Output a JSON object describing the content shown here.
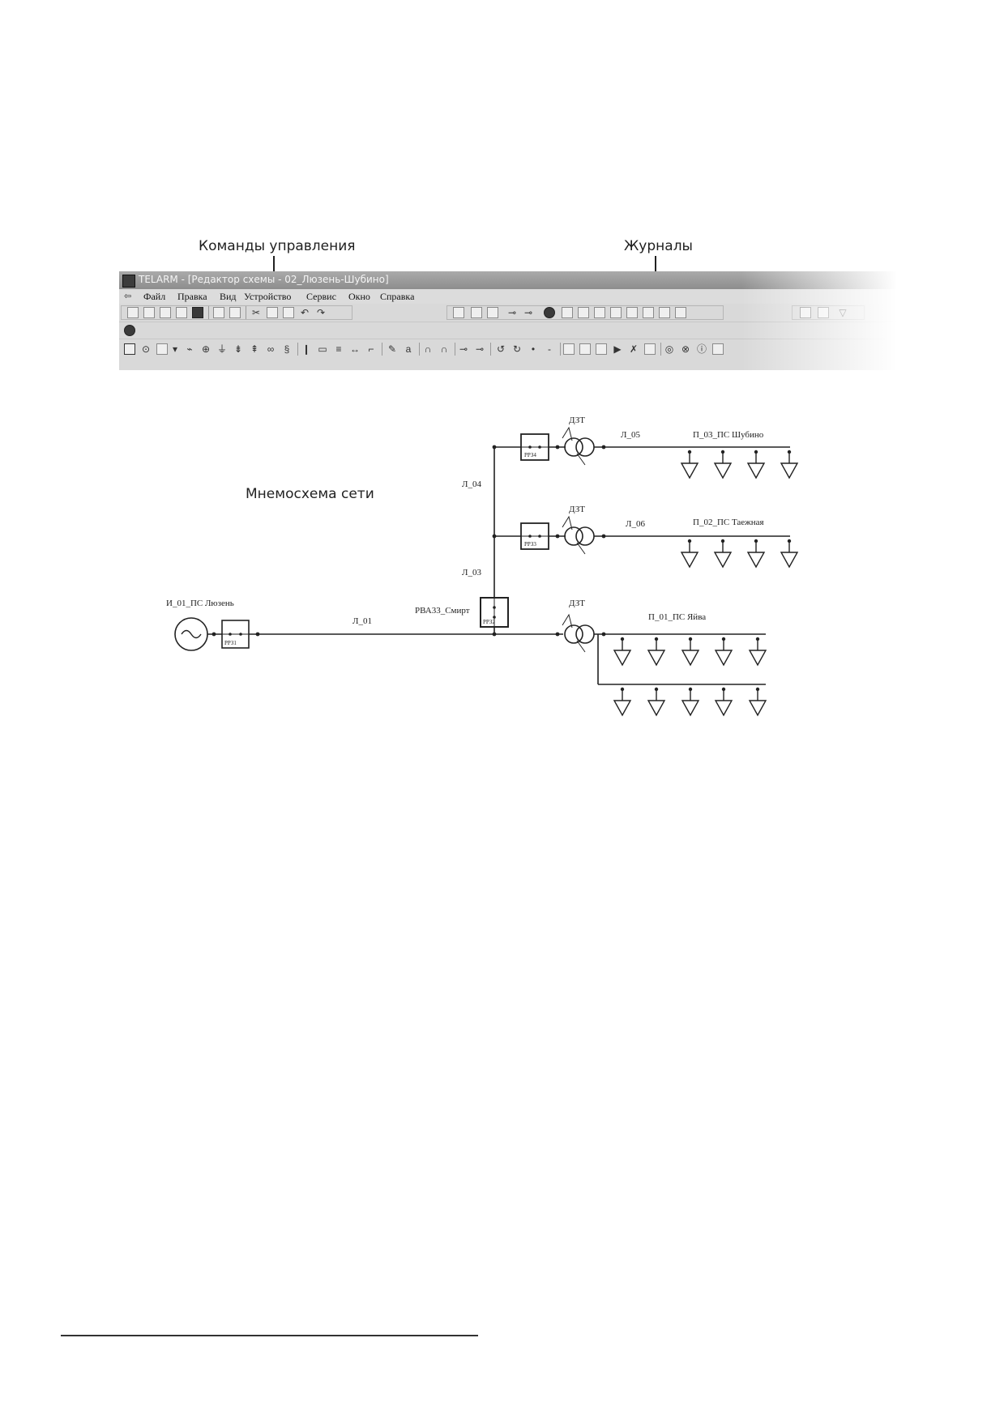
{
  "callouts": {
    "commands": "Команды управления",
    "journals": "Журналы",
    "diagram": "Мнемосхема сети"
  },
  "window": {
    "title": "TELARM - [Редактор схемы - 02_Люзень-Шубино]",
    "menu": [
      "Файл",
      "Правка",
      "Вид",
      "Устройство",
      "Сервис",
      "Окно",
      "Справка"
    ]
  },
  "diagram": {
    "source": {
      "label": "И_01_ПС Люзень",
      "relay_label": "РРЗ1"
    },
    "lines": {
      "l01": "Л_01",
      "l03": "Л_03",
      "l04": "Л_04",
      "l05": "Л_05",
      "l06": "Л_06"
    },
    "switch": {
      "label": "РВА33_Смирт",
      "relay_label": "РРЗ2"
    },
    "branches": [
      {
        "transformer": "ДЗТ",
        "relay_label": "РРЗ4",
        "line": "Л_05",
        "consumer": "П_03_ПС Шубино",
        "loads": 4
      },
      {
        "transformer": "ДЗТ",
        "relay_label": "РРЗ3",
        "line": "Л_06",
        "consumer": "П_02_ПС Таежная",
        "loads": 4
      },
      {
        "transformer": "ДЗТ",
        "relay_label": "",
        "line": "",
        "consumer": "П_01_ПС Яйва",
        "loads": 10
      }
    ]
  }
}
